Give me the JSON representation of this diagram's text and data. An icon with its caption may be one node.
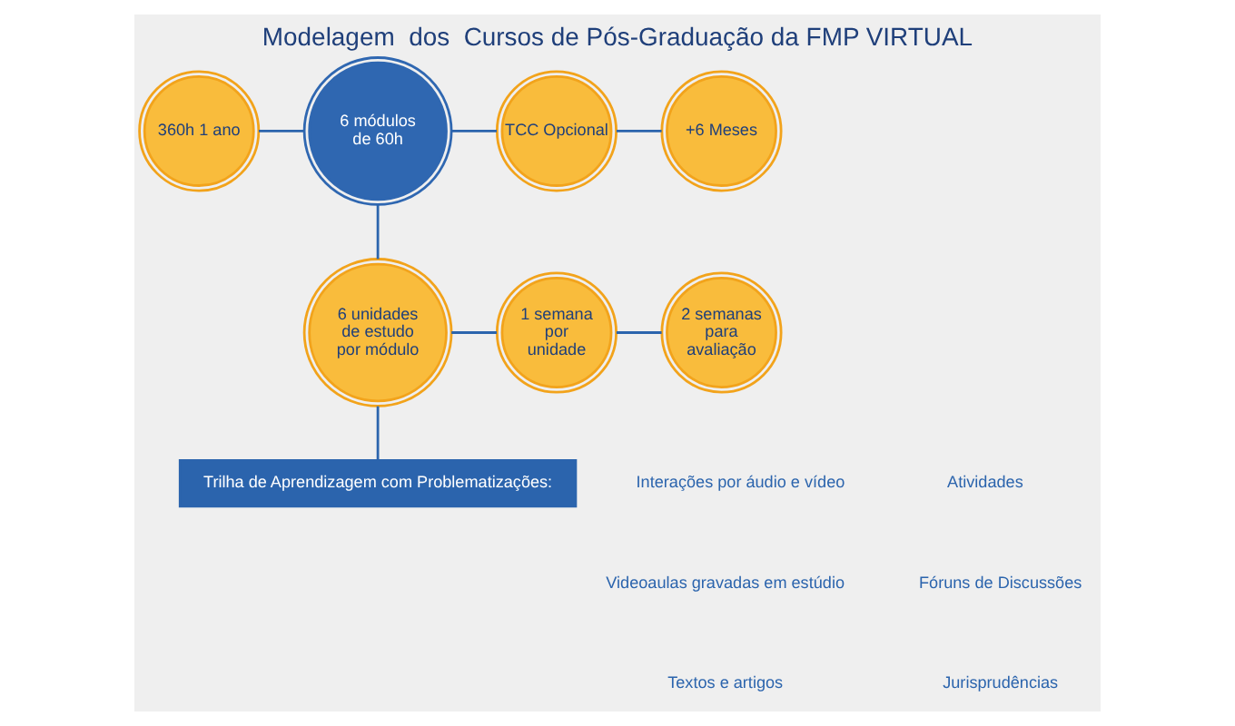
{
  "diagram": {
    "title": "Modelagem  dos  Cursos de Pós-Graduação da FMP VIRTUAL",
    "nodes": [
      {
        "text": [
          "360h 1 ano"
        ]
      },
      {
        "text": [
          "6 módulos de 60h"
        ]
      },
      {
        "text": [
          "TCC Opcional"
        ]
      },
      {
        "text": [
          "+6 Meses"
        ]
      },
      {
        "text": [
          "6 unidades de estudo por módulo"
        ]
      },
      {
        "text": [
          "1 semana por unidade"
        ]
      },
      {
        "text": [
          "2 semanas para avaliação"
        ]
      },
      {
        "text": [
          "Trilha de Aprendizagem com Problematizações:"
        ]
      }
    ],
    "edges": [
      {
        "from": 0,
        "to": 1,
        "arrow": "none"
      },
      {
        "from": 1,
        "to": 2,
        "arrow": "none"
      },
      {
        "from": 2,
        "to": 3,
        "arrow": "none"
      },
      {
        "from": 1,
        "to": 4,
        "arrow": "none"
      },
      {
        "from": 4,
        "to": 5,
        "arrow": "none"
      },
      {
        "from": 5,
        "to": 6,
        "arrow": "none"
      },
      {
        "from": 4,
        "to": 7,
        "arrow": "none"
      }
    ],
    "labels": [
      "Interações por áudio e vídeo",
      "Videoaulas gravadas em estúdio",
      "Textos e artigos",
      "Atividades",
      "Fóruns de Discussões",
      "Jurisprudências"
    ]
  }
}
